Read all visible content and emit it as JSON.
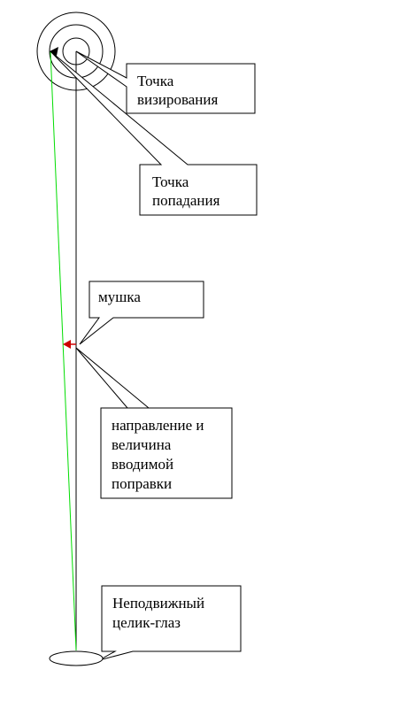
{
  "colors": {
    "line": "#000000",
    "sight_line": "#00dd00",
    "correction_arrow": "#cc0000",
    "background": "#ffffff"
  },
  "callouts": {
    "aim_point": [
      "Точка",
      "визирования"
    ],
    "hit_point": [
      "Точка",
      "попадания"
    ],
    "front_sight": [
      "мушка"
    ],
    "correction": [
      "направление и",
      "величина",
      "вводимой",
      "поправки"
    ],
    "rear_sight": [
      "Неподвижный",
      "целик-глаз"
    ]
  }
}
